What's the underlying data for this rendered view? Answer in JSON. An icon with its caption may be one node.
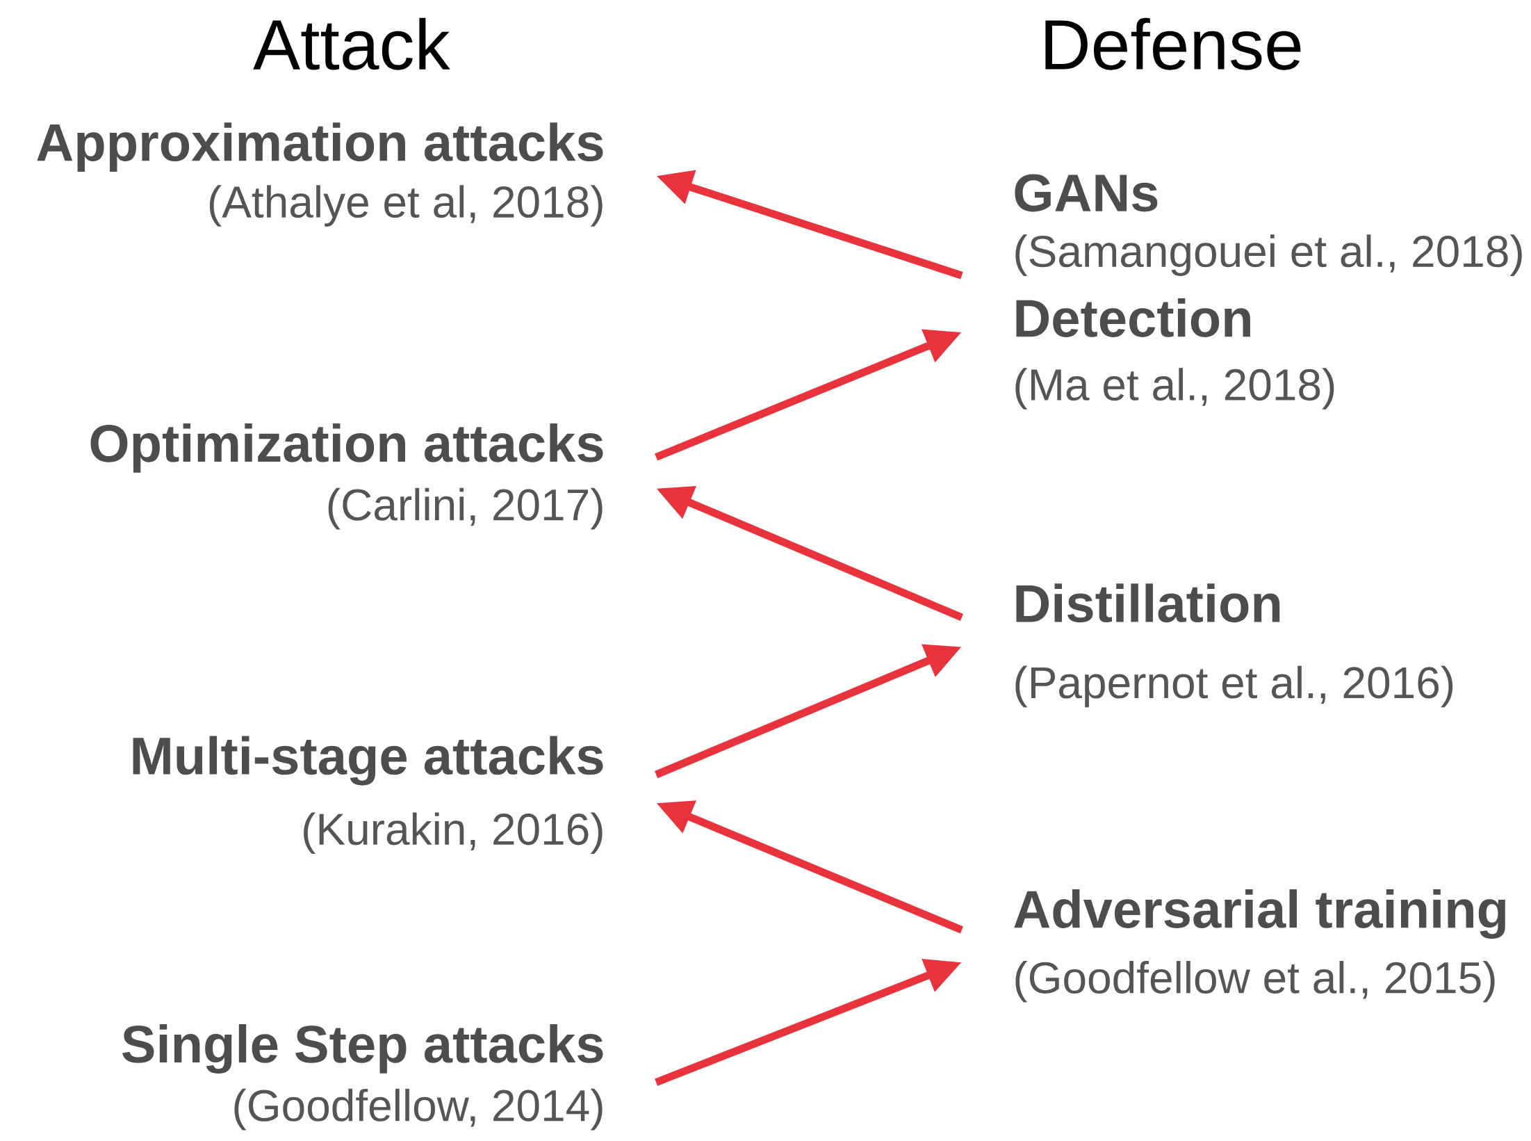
{
  "diagram": {
    "nodes": [
      {
        "text": [
          "Approximation attacks",
          "(Athalye et al, 2018)"
        ]
      },
      {
        "text": [
          "Optimization attacks",
          "(Carlini, 2017)"
        ]
      },
      {
        "text": [
          "Multi-stage attacks",
          "(Kurakin, 2016)"
        ]
      },
      {
        "text": [
          "Single Step attacks",
          "(Goodfellow, 2014)"
        ]
      },
      {
        "text": [
          "GANs",
          "(Samangouei et al., 2018)"
        ]
      },
      {
        "text": [
          "Detection",
          "(Ma et al., 2018)"
        ]
      },
      {
        "text": [
          "Distillation",
          "(Papernot et al., 2016)"
        ]
      },
      {
        "text": [
          "Adversarial training",
          "(Goodfellow et al., 2015)"
        ]
      }
    ],
    "edges": [
      {
        "from": 4,
        "to": 0,
        "arrow": "to"
      },
      {
        "from": 1,
        "to": 5,
        "arrow": "to"
      },
      {
        "from": 6,
        "to": 1,
        "arrow": "to"
      },
      {
        "from": 2,
        "to": 6,
        "arrow": "to"
      },
      {
        "from": 7,
        "to": 2,
        "arrow": "to"
      },
      {
        "from": 3,
        "to": 7,
        "arrow": "to"
      }
    ],
    "labels": [
      "Attack",
      "Defense"
    ]
  }
}
